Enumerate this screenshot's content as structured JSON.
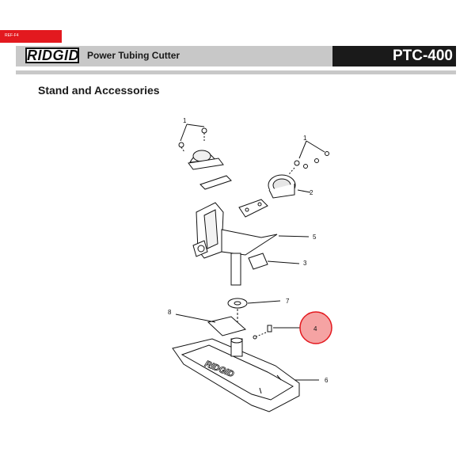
{
  "ref_tab": "REF-F4",
  "header": {
    "brand": "RIDGID",
    "product": "Power Tubing Cutter",
    "model": "PTC-400"
  },
  "section_title": "Stand and Accessories",
  "callouts": {
    "c1a": "1",
    "c1b": "1",
    "c2": "2",
    "c3": "3",
    "c4": "4",
    "c5": "5",
    "c6": "6",
    "c7": "7",
    "c8": "8"
  },
  "base_brand": "RIDGID",
  "colors": {
    "accent_red": "#e3191f",
    "header_gray": "#c8c8c8",
    "header_dark": "#1a1a1a",
    "highlight_fill": "#f5a3a3"
  }
}
